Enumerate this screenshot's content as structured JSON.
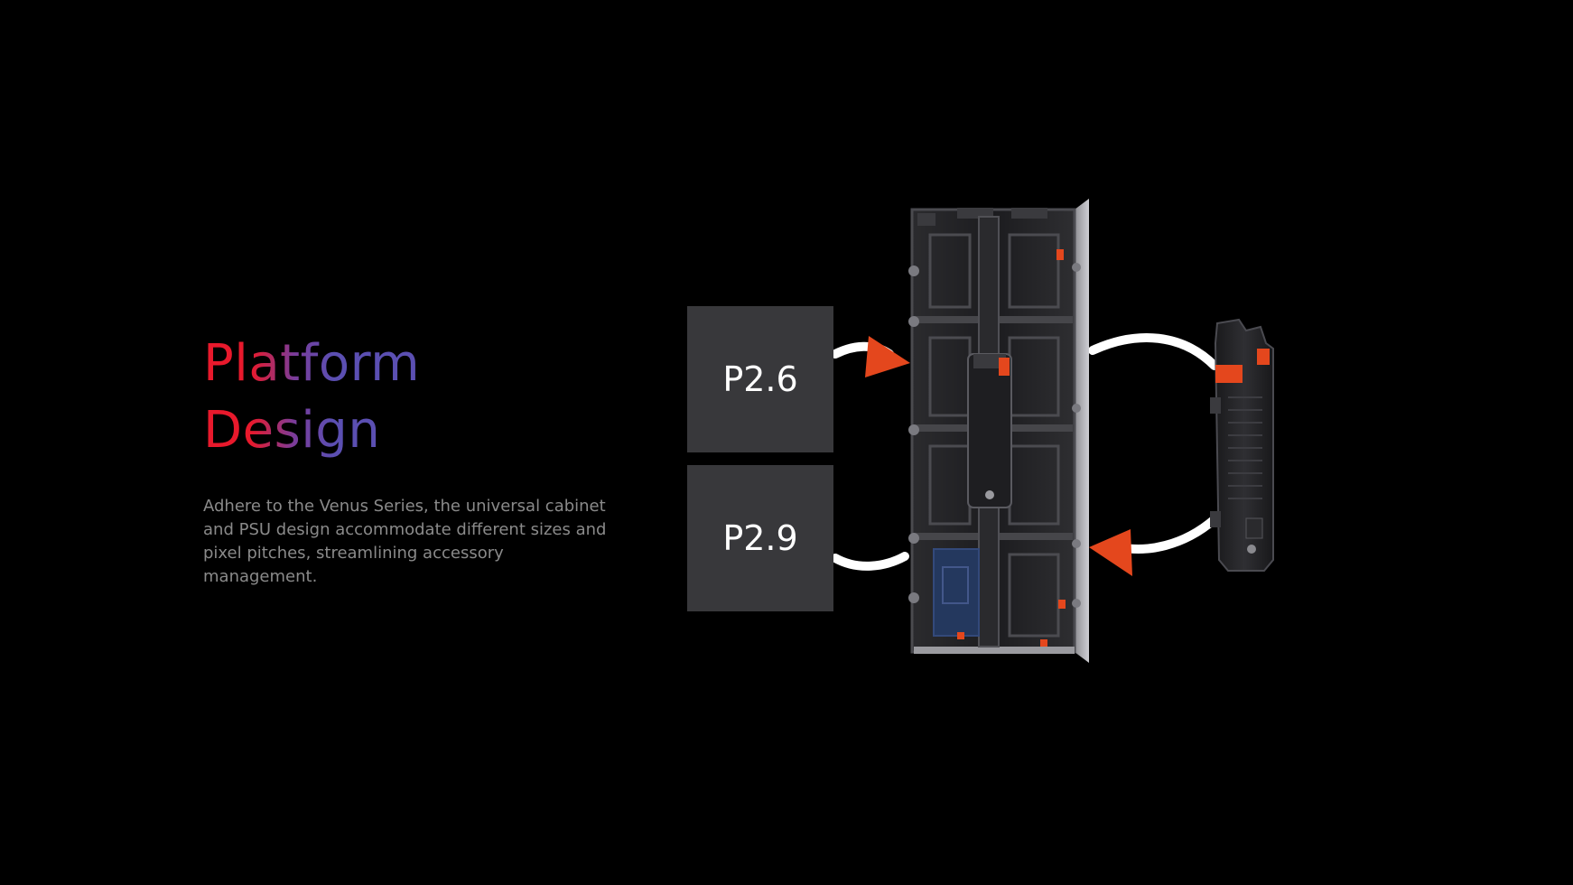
{
  "headline": {
    "line1": "Platform",
    "line2": "Design"
  },
  "description": "Adhere to the Venus Series, the universal cabinet and PSU design accommodate different sizes and pixel pitches, streamlining accessory management.",
  "pitches": [
    {
      "label": "P2.6"
    },
    {
      "label": "P2.9"
    }
  ],
  "colors": {
    "background": "#000000",
    "accent_red": "#e8192c",
    "accent_purple": "#5b4fb2",
    "arrow_orange": "#e4471d",
    "box_gray": "#38383b",
    "text_gray": "#8a8a8a"
  },
  "icons": {
    "cabinet": "led-cabinet-icon",
    "psu": "power-supply-unit-icon",
    "arrows": "circular-arrow-icon"
  }
}
